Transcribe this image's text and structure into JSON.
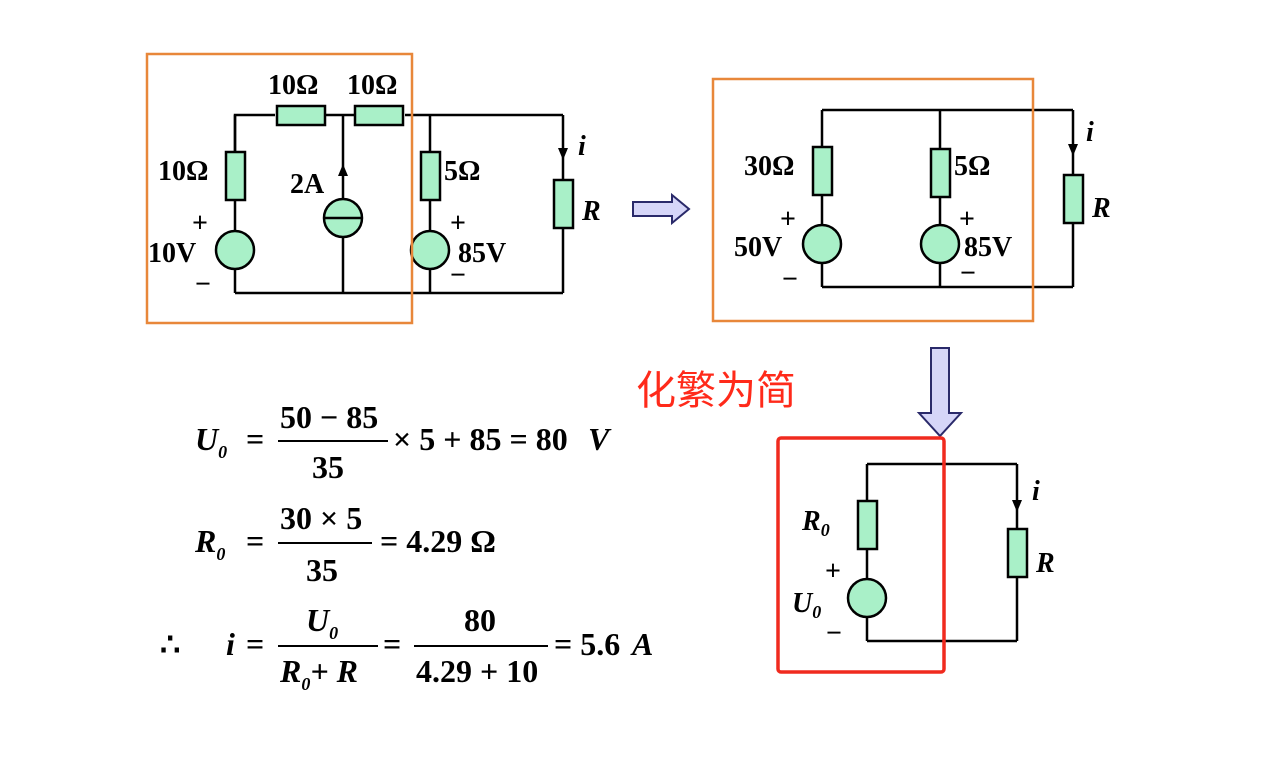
{
  "circuit1": {
    "r_top_left": "10Ω",
    "r_top_right": "10Ω",
    "r_left": "10Ω",
    "source_left": "10V",
    "current_source": "2A",
    "r_mid": "5Ω",
    "source_mid": "85V",
    "load": "R",
    "current": "i",
    "plus": "+",
    "minus": "−"
  },
  "circuit2": {
    "r_left": "30Ω",
    "source_left": "50V",
    "r_mid": "5Ω",
    "source_mid": "85V",
    "load": "R",
    "current": "i",
    "plus": "+",
    "minus": "−"
  },
  "circuit3": {
    "r0": "R",
    "r0_sub": "0",
    "u0": "U",
    "u0_sub": "0",
    "load": "R",
    "current": "i",
    "plus": "+",
    "minus": "−"
  },
  "caption": "化繁为简",
  "equations": {
    "u0": {
      "lhs": "U",
      "sub": "0",
      "num": "50 − 85",
      "den": "35",
      "rest": "× 5 + 85 = 80",
      "unit": "V",
      "eq": "="
    },
    "r0": {
      "lhs": "R",
      "sub": "0",
      "num": "30 × 5",
      "den": "35",
      "rest": "= 4.29 Ω",
      "eq": "="
    },
    "i": {
      "therefore": "∴",
      "lhs": "i",
      "eq": "=",
      "num1": "U",
      "num1_sub": "0",
      "den1_a": "R",
      "den1_sub": "0",
      "den1_b": "+ R",
      "num2": "80",
      "den2": "4.29 + 10",
      "rest": "= 5.6",
      "unit": "A"
    }
  },
  "colors": {
    "frame_orange": "#e8873a",
    "frame_red": "#f02a1e",
    "component_fill": "#a9f0c8",
    "arrow_fill": "#d6d6f8",
    "arrow_stroke": "#2a2a6a",
    "caption": "#ff2a1a"
  }
}
